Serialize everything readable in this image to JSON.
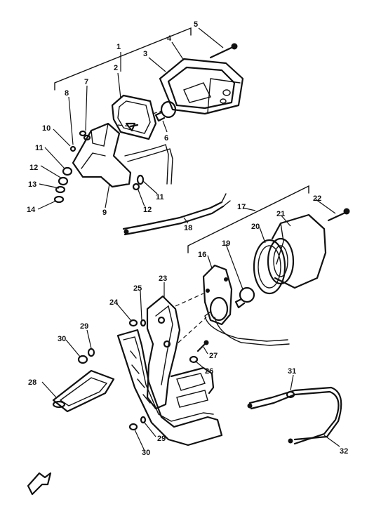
{
  "callouts": [
    {
      "id": "c1",
      "text": "1"
    },
    {
      "id": "c2",
      "text": "2"
    },
    {
      "id": "c3",
      "text": "3"
    },
    {
      "id": "c4",
      "text": "4"
    },
    {
      "id": "c5",
      "text": "5"
    },
    {
      "id": "c6",
      "text": "6"
    },
    {
      "id": "c7",
      "text": "7"
    },
    {
      "id": "c8",
      "text": "8"
    },
    {
      "id": "c9",
      "text": "9"
    },
    {
      "id": "c10",
      "text": "10"
    },
    {
      "id": "c11a",
      "text": "11"
    },
    {
      "id": "c11b",
      "text": "11"
    },
    {
      "id": "c12a",
      "text": "12"
    },
    {
      "id": "c12b",
      "text": "12"
    },
    {
      "id": "c13",
      "text": "13"
    },
    {
      "id": "c14",
      "text": "14"
    },
    {
      "id": "c16",
      "text": "16"
    },
    {
      "id": "c17",
      "text": "17"
    },
    {
      "id": "c18",
      "text": "18"
    },
    {
      "id": "c19",
      "text": "19"
    },
    {
      "id": "c20",
      "text": "20"
    },
    {
      "id": "c21",
      "text": "21"
    },
    {
      "id": "c22",
      "text": "22"
    },
    {
      "id": "c23",
      "text": "23"
    },
    {
      "id": "c24",
      "text": "24"
    },
    {
      "id": "c25",
      "text": "25"
    },
    {
      "id": "c26",
      "text": "26"
    },
    {
      "id": "c27",
      "text": "27"
    },
    {
      "id": "c28",
      "text": "28"
    },
    {
      "id": "c29a",
      "text": "29"
    },
    {
      "id": "c29b",
      "text": "29"
    },
    {
      "id": "c30a",
      "text": "30"
    },
    {
      "id": "c30b",
      "text": "30"
    },
    {
      "id": "c31",
      "text": "31"
    },
    {
      "id": "c32",
      "text": "32"
    }
  ]
}
